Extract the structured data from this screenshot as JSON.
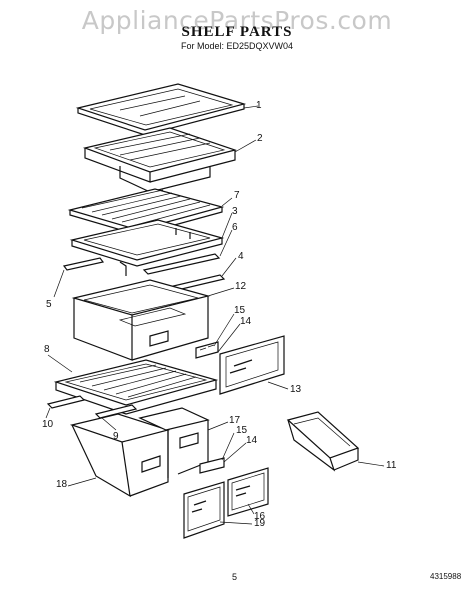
{
  "watermark": "AppliancePartsPros.com",
  "title": "SHELF PARTS",
  "subtitle": "For Model: ED25DQXVW04",
  "callouts": {
    "c1": "1",
    "c2": "2",
    "c7": "7",
    "c3": "3",
    "c6": "6",
    "c4": "4",
    "c5": "5",
    "c12": "12",
    "c15a": "15",
    "c14a": "14",
    "c8": "8",
    "c13": "13",
    "c17": "17",
    "c15b": "15",
    "c14b": "14",
    "c10": "10",
    "c9": "9",
    "c11": "11",
    "c18": "18",
    "c16": "16",
    "c19": "19"
  },
  "footer": {
    "page_number": "5",
    "doc_code": "4315988"
  }
}
